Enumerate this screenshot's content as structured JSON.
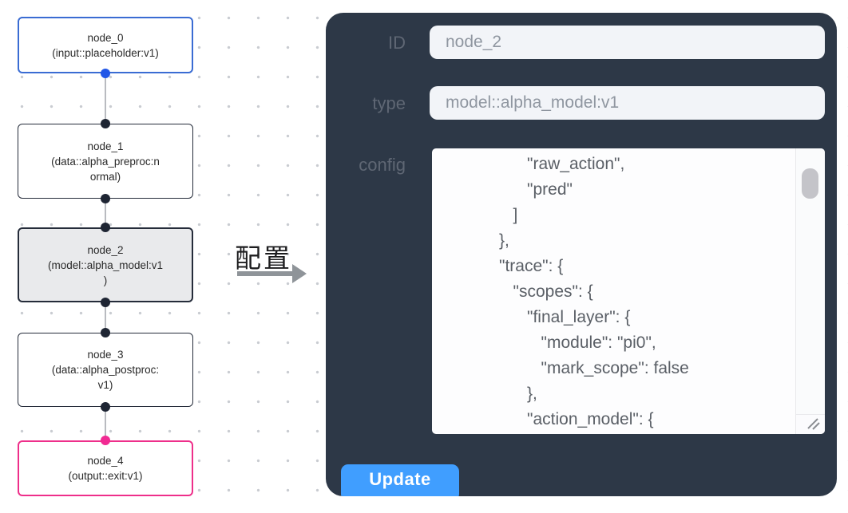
{
  "canvas": {
    "nodes": [
      {
        "id": "node_0",
        "lines": [
          "node_0",
          "(input::placeholder:v1)"
        ],
        "variant": "input"
      },
      {
        "id": "node_1",
        "lines": [
          "node_1",
          "(data::alpha_preproc:n",
          "ormal)"
        ],
        "variant": "default"
      },
      {
        "id": "node_2",
        "lines": [
          "node_2",
          "(model::alpha_model:v1",
          ")"
        ],
        "variant": "selected"
      },
      {
        "id": "node_3",
        "lines": [
          "node_3",
          "(data::alpha_postproc:",
          "v1)"
        ],
        "variant": "default"
      },
      {
        "id": "node_4",
        "lines": [
          "node_4",
          "(output::exit:v1)"
        ],
        "variant": "output"
      }
    ]
  },
  "transition": {
    "label": "配置"
  },
  "panel": {
    "id_label": "ID",
    "id_value": "node_2",
    "type_label": "type",
    "type_value": "model::alpha_model:v1",
    "config_label": "config",
    "config_value": "                  \"raw_action\",\n                  \"pred\"\n               ]\n            },\n            \"trace\": {\n               \"scopes\": {\n                  \"final_layer\": {\n                     \"module\": \"pi0\",\n                     \"mark_scope\": false\n                  },\n                  \"action_model\": {",
    "update_label": "Update"
  },
  "colors": {
    "panel_bg": "#2d3847",
    "label_gray": "#5f6774",
    "input_bg": "#f2f4f8",
    "input_text": "#8f96a0",
    "config_text": "#5a5f66",
    "btn_blue": "#409eff",
    "node_dark": "#252c3a",
    "node_blue": "#3a6cd3",
    "node_pink": "#ee2f8a",
    "handle_blue": "#2257e7",
    "handle_dark": "#1e2533",
    "handle_pink": "#f12a93",
    "edge_gray": "#b9bbc0",
    "arrow_gray": "#8f9499"
  }
}
